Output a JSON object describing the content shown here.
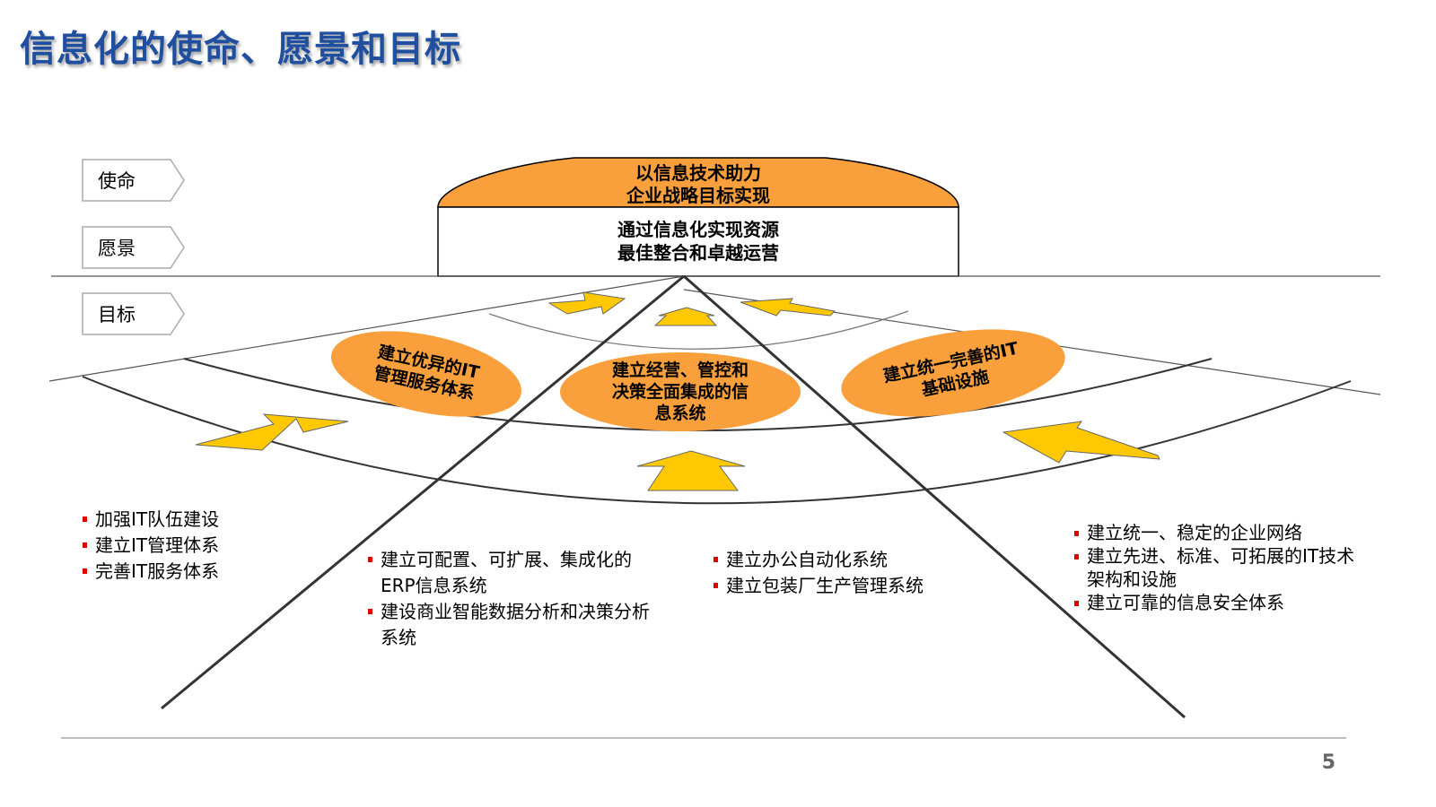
{
  "title": "信息化的使命、愿景和目标",
  "levels": [
    "使命",
    "愿景",
    "目标"
  ],
  "mission": {
    "line1": "以信息技术助力",
    "line2": "企业战略目标实现"
  },
  "vision": {
    "line1": "通过信息化实现资源",
    "line2": "最佳整合和卓越运营"
  },
  "goals": {
    "left": {
      "line1": "建立优异的IT",
      "line2": "管理服务体系"
    },
    "center": {
      "line1": "建立经营、管控和",
      "line2": "决策全面集成的信",
      "line3": "息系统"
    },
    "right": {
      "line1": "建立统一完善的IT",
      "line2": "基础设施"
    }
  },
  "bullets": {
    "left": [
      "加强IT队伍建设",
      "建立IT管理体系",
      "完善IT服务体系"
    ],
    "center_left": [
      "建立可配置、可扩展、集成化的ERP信息系统",
      "建设商业智能数据分析和决策分析系统"
    ],
    "center_right": [
      "建立办公自动化系统",
      "建立包装厂生产管理系统"
    ],
    "right": [
      "建立统一、稳定的企业网络",
      "建立先进、标准、可拓展的IT技术架构和设施",
      "建立可靠的信息安全体系"
    ]
  },
  "page_number": "5",
  "colors": {
    "orange": "#f9a03c",
    "arrow": "#ffc800",
    "title": "#1f4f9e",
    "bullet": "#e00000"
  }
}
